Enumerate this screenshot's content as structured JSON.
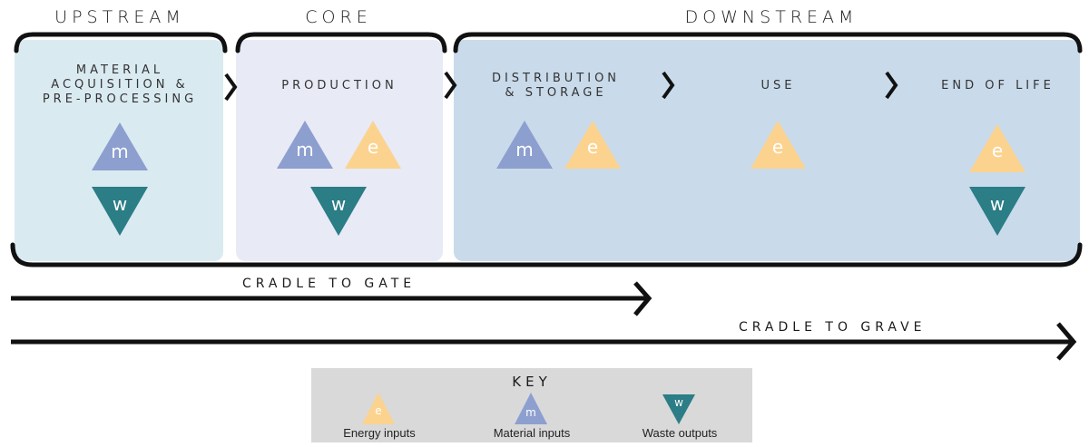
{
  "headers": {
    "upstream": "UPSTREAM",
    "core": "CORE",
    "downstream": "DOWNSTREAM"
  },
  "stages": {
    "material": "MATERIAL\nACQUISITION &\nPRE-PROCESSING",
    "production": "PRODUCTION",
    "distribution": "DISTRIBUTION\n& STORAGE",
    "use": "USE",
    "end_of_life": "END OF LIFE"
  },
  "symbols": {
    "material": "m",
    "energy": "e",
    "waste": "w"
  },
  "arrows": {
    "cradle_to_gate": "CRADLE TO GATE",
    "cradle_to_grave": "CRADLE TO GRAVE"
  },
  "key": {
    "title": "KEY",
    "energy": "Energy inputs",
    "material": "Material inputs",
    "waste": "Waste outputs"
  },
  "colors": {
    "upstream_panel": "#daeaf1",
    "core_panel": "#e8eaf6",
    "downstream_panel": "#c9daea",
    "material_triangle": "#8d9fcf",
    "energy_triangle": "#fbd38f",
    "waste_triangle": "#2b7d86",
    "key_bg": "#d9d9d9"
  }
}
